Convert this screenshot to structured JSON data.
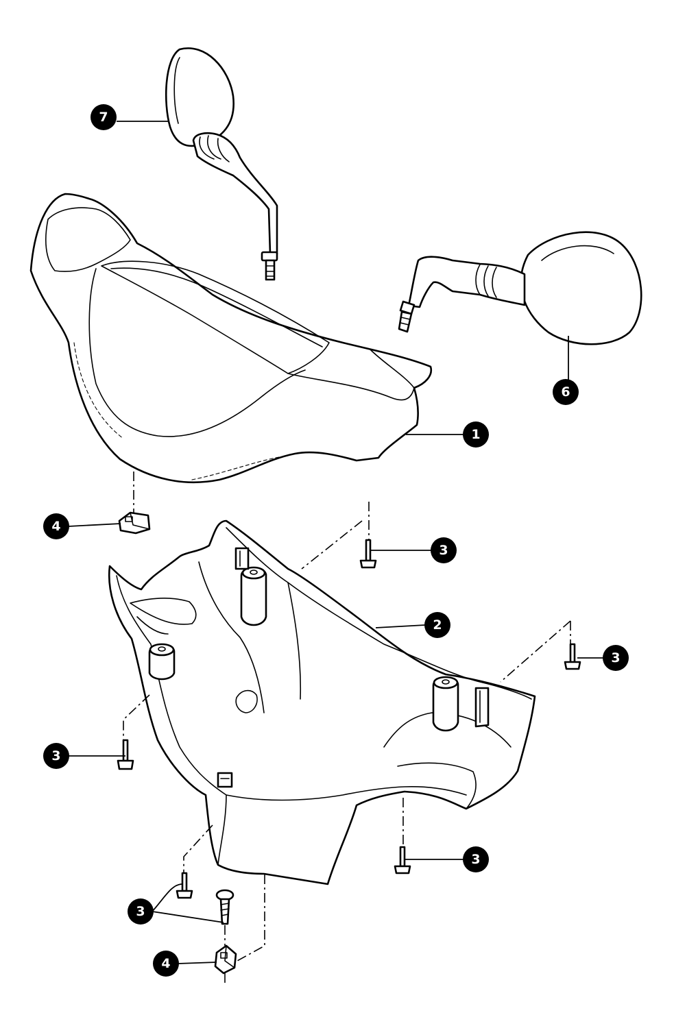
{
  "callouts": [
    {
      "id": "mirror-left",
      "label": "7"
    },
    {
      "id": "upper-cover",
      "label": "1"
    },
    {
      "id": "mirror-right",
      "label": "6"
    },
    {
      "id": "clip-nut-top",
      "label": "4"
    },
    {
      "id": "screw-top-center",
      "label": "3"
    },
    {
      "id": "lower-cover",
      "label": "2"
    },
    {
      "id": "screw-right",
      "label": "3"
    },
    {
      "id": "screw-left",
      "label": "3"
    },
    {
      "id": "screw-bottom-right",
      "label": "3"
    },
    {
      "id": "screw-bottom-pair",
      "label": "3"
    },
    {
      "id": "clip-nut-bottom",
      "label": "4"
    }
  ]
}
